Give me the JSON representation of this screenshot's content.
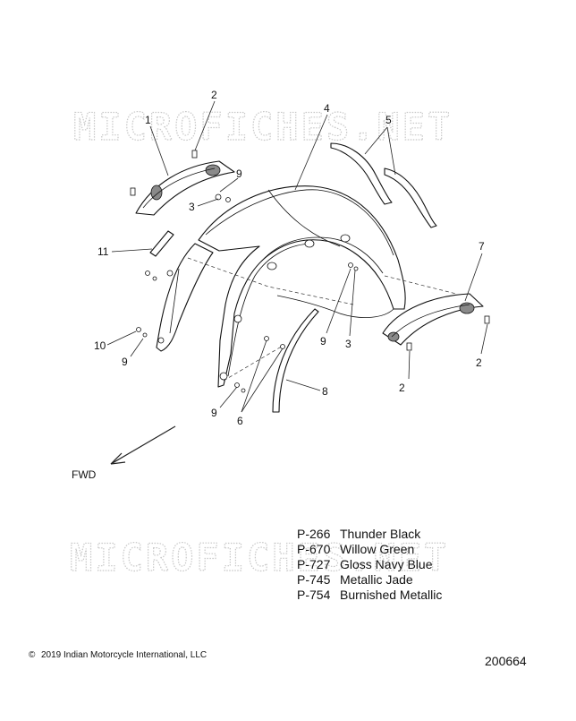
{
  "watermark": {
    "text": "MICROFICHES.NET"
  },
  "callouts": [
    {
      "id": "1",
      "label": "1"
    },
    {
      "id": "2a",
      "label": "2"
    },
    {
      "id": "3a",
      "label": "3"
    },
    {
      "id": "9a",
      "label": "9"
    },
    {
      "id": "4",
      "label": "4"
    },
    {
      "id": "5",
      "label": "5"
    },
    {
      "id": "7",
      "label": "7"
    },
    {
      "id": "11",
      "label": "11"
    },
    {
      "id": "10",
      "label": "10"
    },
    {
      "id": "9b",
      "label": "9"
    },
    {
      "id": "9c",
      "label": "9"
    },
    {
      "id": "3b",
      "label": "3"
    },
    {
      "id": "2b",
      "label": "2"
    },
    {
      "id": "2c",
      "label": "2"
    },
    {
      "id": "8",
      "label": "8"
    },
    {
      "id": "9d",
      "label": "9"
    },
    {
      "id": "6",
      "label": "6"
    }
  ],
  "direction": {
    "label": "FWD"
  },
  "paint_codes": [
    {
      "code": "P-266",
      "name": "Thunder Black"
    },
    {
      "code": "P-670",
      "name": "Willow Green"
    },
    {
      "code": "P-727",
      "name": "Gloss Navy Blue"
    },
    {
      "code": "P-745",
      "name": "Metallic Jade"
    },
    {
      "code": "P-754",
      "name": "Burnished Metallic"
    }
  ],
  "footer": {
    "copyright_symbol": "©",
    "copyright": "2019 Indian Motorcycle International, LLC",
    "document_number": "200664"
  }
}
